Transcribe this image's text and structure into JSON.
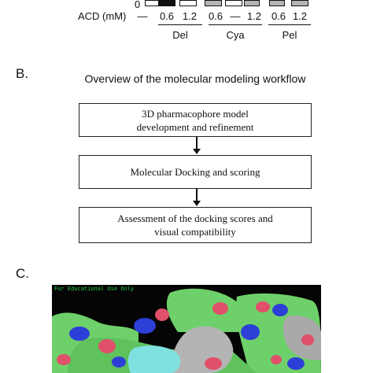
{
  "panel_a": {
    "zero_tick": "0",
    "row_label": "ACD (mM)",
    "concentrations": [
      "—",
      "0.6",
      "1.2",
      "0.6",
      "—",
      "1.2",
      "0.6",
      "1.2"
    ],
    "groups": [
      {
        "name": "Del"
      },
      {
        "name": "Cya"
      },
      {
        "name": "Pel"
      }
    ],
    "bar_colors": [
      "#ffffff",
      "#111111",
      "#ffffff",
      "#b5b5b5",
      "#ffffff",
      "#b5b5b5",
      "#b5b5b5",
      "#b5b5b5"
    ]
  },
  "panel_b": {
    "letter": "B.",
    "title": "Overview of the molecular modeling workflow",
    "steps": [
      {
        "line1": "3D pharmacophore model",
        "line2": "development and refinement"
      },
      {
        "line1": "Molecular Docking and scoring",
        "line2": ""
      },
      {
        "line1": "Assessment of the docking scores and",
        "line2": "visual compatibility"
      }
    ]
  },
  "panel_c": {
    "letter": "C.",
    "caption": "For Educational Use Only",
    "colors": {
      "background": "#050505",
      "surface": "#6ed06a",
      "gray": "#b4b4b4",
      "blue": "#2c3fd6",
      "red": "#e0506a",
      "cyan": "#7fe0e0"
    }
  }
}
